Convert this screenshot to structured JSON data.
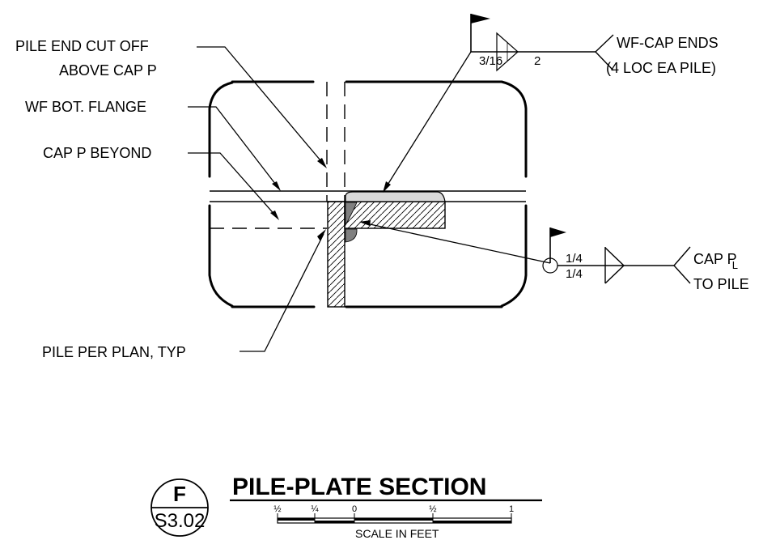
{
  "callouts": {
    "pile_end_line1": "PILE END CUT OFF",
    "pile_end_line2": "ABOVE CAP P",
    "wf_bot_flange": "WF BOT. FLANGE",
    "cap_p_beyond": "CAP P BEYOND",
    "pile_per_plan": "PILE PER PLAN, TYP"
  },
  "weld_top": {
    "size": "3/16",
    "length": "2",
    "note_line1": "WF-CAP ENDS",
    "note_line2": "(4 LOC EA PILE)"
  },
  "weld_bottom": {
    "size_top": "1/4",
    "size_bottom": "1/4",
    "note_line1": "CAP P",
    "note_line1_sub": "L",
    "note_line2": "TO PILE"
  },
  "title_block": {
    "detail_id": "F",
    "sheet": "S3.02",
    "title": "PILE-PLATE SECTION",
    "scale_label": "SCALE IN FEET",
    "ticks": [
      "½",
      "¼",
      "0",
      "½",
      "1"
    ]
  }
}
